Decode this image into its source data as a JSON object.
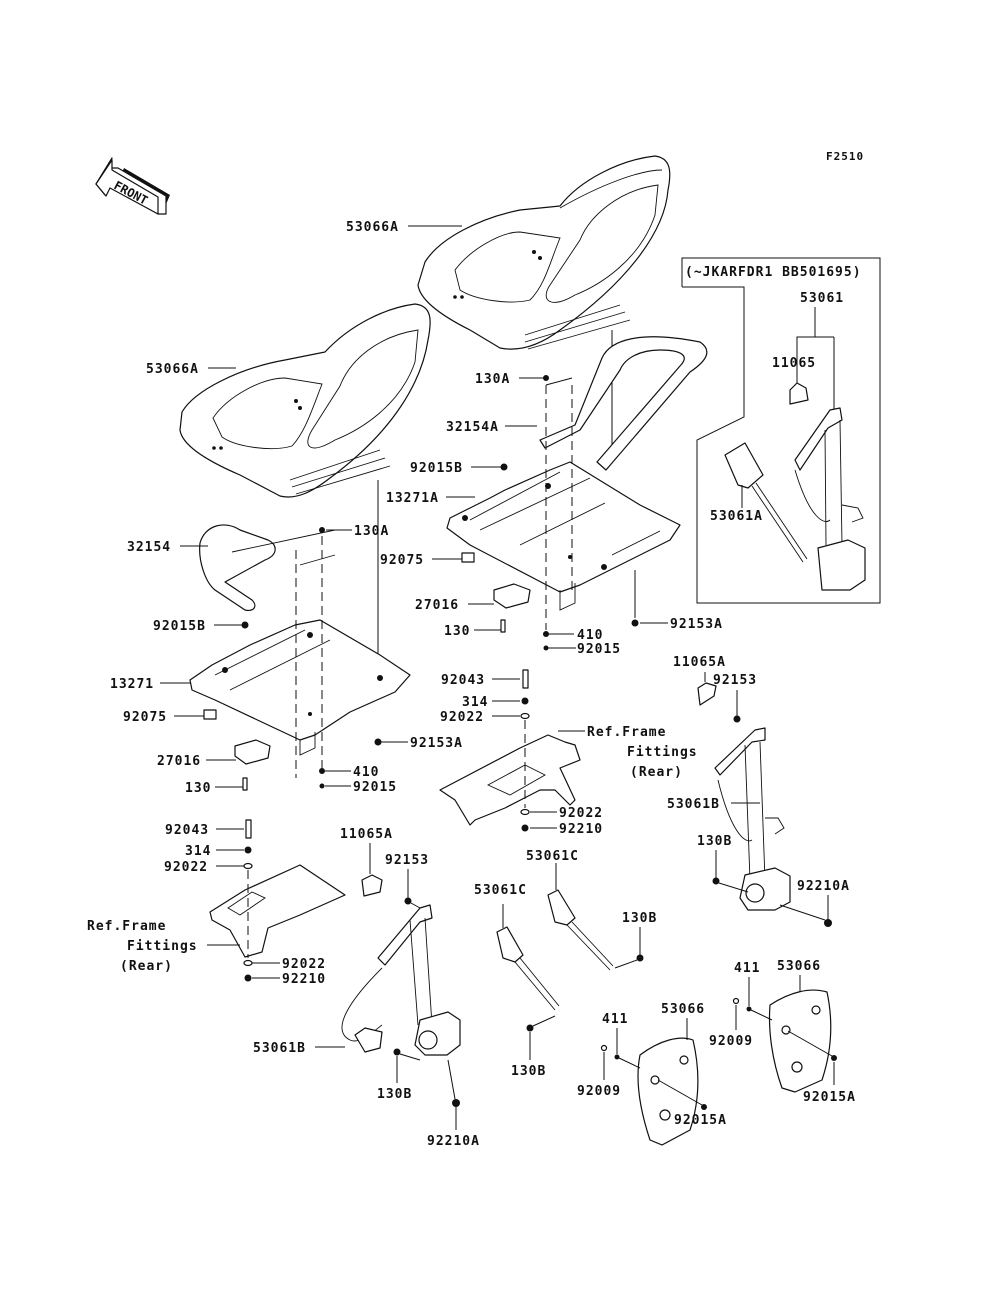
{
  "diagram": {
    "figure_code": "F2510",
    "front_arrow_label": "FRONT",
    "inset_note": "(~JKARFDR1 BB501695)",
    "ref_frame_note": [
      "Ref.Frame",
      "Fittings",
      "(Rear)"
    ],
    "parts": [
      {
        "id": "53066A_rear",
        "label": "53066A",
        "description": "seat (right)"
      },
      {
        "id": "53066A_front",
        "label": "53066A",
        "description": "seat (left)"
      },
      {
        "id": "53061",
        "label": "53061"
      },
      {
        "id": "11065",
        "label": "11065"
      },
      {
        "id": "53061A",
        "label": "53061A"
      },
      {
        "id": "130A_r",
        "label": "130A"
      },
      {
        "id": "32154A",
        "label": "32154A"
      },
      {
        "id": "92015B_r",
        "label": "92015B"
      },
      {
        "id": "13271A",
        "label": "13271A"
      },
      {
        "id": "92075_r",
        "label": "92075"
      },
      {
        "id": "27016_r",
        "label": "27016"
      },
      {
        "id": "130_r",
        "label": "130"
      },
      {
        "id": "410_r",
        "label": "410"
      },
      {
        "id": "92015_r",
        "label": "92015"
      },
      {
        "id": "92153A_r",
        "label": "92153A"
      },
      {
        "id": "32154",
        "label": "32154"
      },
      {
        "id": "130A_l",
        "label": "130A"
      },
      {
        "id": "92015B_l",
        "label": "92015B"
      },
      {
        "id": "13271",
        "label": "13271"
      },
      {
        "id": "92075_l",
        "label": "92075"
      },
      {
        "id": "27016_l",
        "label": "27016"
      },
      {
        "id": "130_l",
        "label": "130"
      },
      {
        "id": "92153A_l",
        "label": "92153A"
      },
      {
        "id": "410_l",
        "label": "410"
      },
      {
        "id": "92015_l",
        "label": "92015"
      },
      {
        "id": "92043_r",
        "label": "92043"
      },
      {
        "id": "314_r",
        "label": "314"
      },
      {
        "id": "92022_r1",
        "label": "92022"
      },
      {
        "id": "92022_r2",
        "label": "92022"
      },
      {
        "id": "92210_r",
        "label": "92210"
      },
      {
        "id": "11065A_r",
        "label": "11065A"
      },
      {
        "id": "92153_r",
        "label": "92153"
      },
      {
        "id": "53061B_r",
        "label": "53061B"
      },
      {
        "id": "130B_r",
        "label": "130B"
      },
      {
        "id": "92210A_r",
        "label": "92210A"
      },
      {
        "id": "92043_l",
        "label": "92043"
      },
      {
        "id": "314_l",
        "label": "314"
      },
      {
        "id": "92022_l1",
        "label": "92022"
      },
      {
        "id": "92022_l2",
        "label": "92022"
      },
      {
        "id": "92210_l",
        "label": "92210"
      },
      {
        "id": "11065A_l",
        "label": "11065A"
      },
      {
        "id": "92153_l",
        "label": "92153"
      },
      {
        "id": "53061C_a",
        "label": "53061C"
      },
      {
        "id": "53061C_b",
        "label": "53061C"
      },
      {
        "id": "130B_a",
        "label": "130B"
      },
      {
        "id": "130B_b",
        "label": "130B"
      },
      {
        "id": "53061B_l",
        "label": "53061B"
      },
      {
        "id": "130B_l",
        "label": "130B"
      },
      {
        "id": "92210A_l",
        "label": "92210A"
      },
      {
        "id": "411_a",
        "label": "411"
      },
      {
        "id": "53066_a",
        "label": "53066"
      },
      {
        "id": "92009_a",
        "label": "92009"
      },
      {
        "id": "92015A_a",
        "label": "92015A"
      },
      {
        "id": "411_b",
        "label": "411"
      },
      {
        "id": "53066_b",
        "label": "53066"
      },
      {
        "id": "92009_b",
        "label": "92009"
      },
      {
        "id": "92015A_b",
        "label": "92015A"
      }
    ]
  }
}
